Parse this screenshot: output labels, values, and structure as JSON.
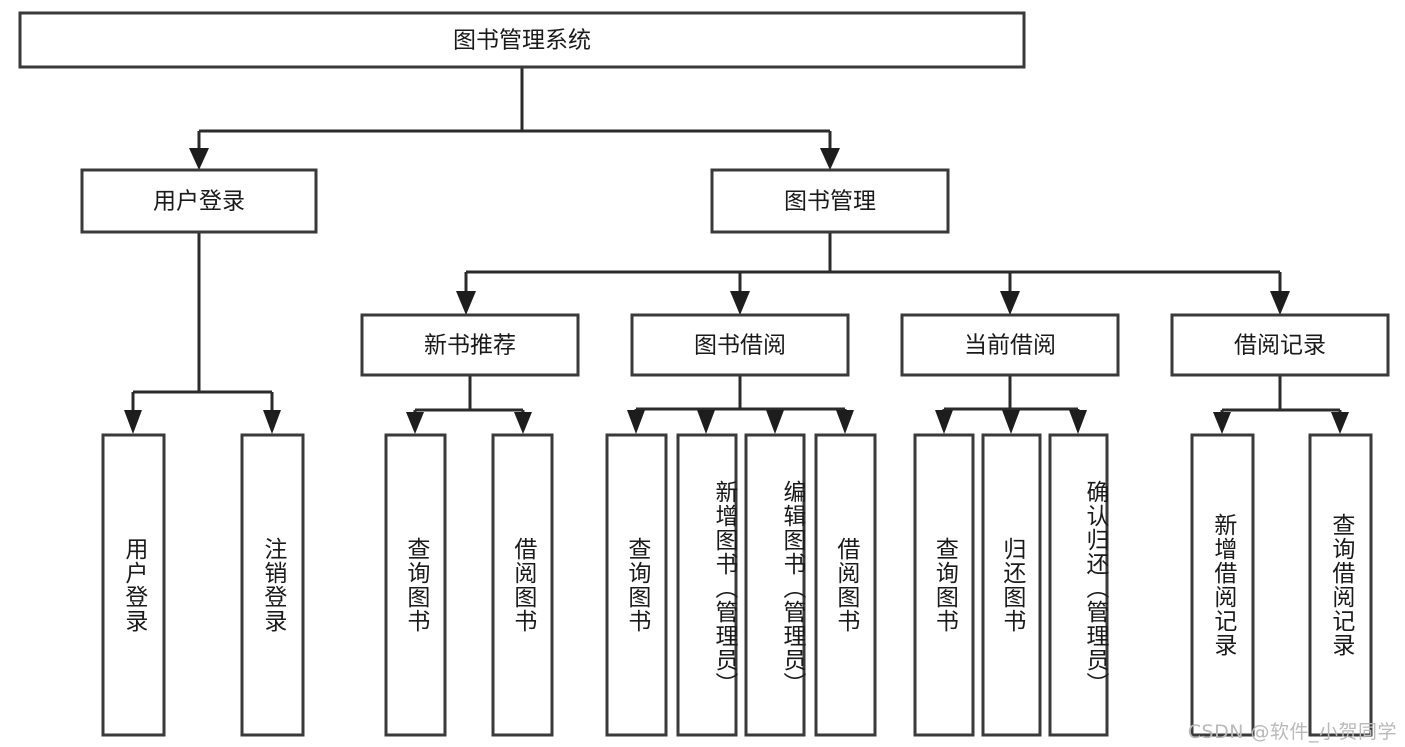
{
  "diagram": {
    "type": "tree-hierarchy",
    "title": "图书管理系统",
    "watermark": "CSDN @软件_小贺同学",
    "colors": {
      "box_fill": "#ffffff",
      "box_stroke": "#3a3a3a",
      "connector": "#2b2b2b",
      "text": "#1a1a1a",
      "watermark": "#b9b9b9",
      "background": "#ffffff"
    },
    "levels": {
      "level0": [
        {
          "id": "root",
          "label": "图书管理系统",
          "orientation": "horizontal"
        }
      ],
      "level1": [
        {
          "id": "user-login",
          "label": "用户登录",
          "orientation": "horizontal"
        },
        {
          "id": "book-manage",
          "label": "图书管理",
          "orientation": "horizontal"
        }
      ],
      "level2": [
        {
          "id": "new-book-rec",
          "label": "新书推荐",
          "orientation": "horizontal"
        },
        {
          "id": "book-borrow",
          "label": "图书借阅",
          "orientation": "horizontal"
        },
        {
          "id": "current-borrow",
          "label": "当前借阅",
          "orientation": "horizontal"
        },
        {
          "id": "borrow-record",
          "label": "借阅记录",
          "orientation": "horizontal"
        }
      ],
      "level3": [
        {
          "id": "leaf-user-login",
          "label": "用户登录",
          "parent": "user-login",
          "orientation": "vertical"
        },
        {
          "id": "leaf-logout",
          "label": "注销登录",
          "parent": "user-login",
          "orientation": "vertical"
        },
        {
          "id": "leaf-query-book-1",
          "label": "查询图书",
          "parent": "new-book-rec",
          "orientation": "vertical"
        },
        {
          "id": "leaf-borrow-book-1",
          "label": "借阅图书",
          "parent": "new-book-rec",
          "orientation": "vertical"
        },
        {
          "id": "leaf-query-book-2",
          "label": "查询图书",
          "parent": "book-borrow",
          "orientation": "vertical"
        },
        {
          "id": "leaf-add-book",
          "label": "新增图书（管理员）",
          "parent": "book-borrow",
          "orientation": "vertical"
        },
        {
          "id": "leaf-edit-book",
          "label": "编辑图书（管理员）",
          "parent": "book-borrow",
          "orientation": "vertical"
        },
        {
          "id": "leaf-borrow-book-2",
          "label": "借阅图书",
          "parent": "book-borrow",
          "orientation": "vertical"
        },
        {
          "id": "leaf-query-book-3",
          "label": "查询图书",
          "parent": "current-borrow",
          "orientation": "vertical"
        },
        {
          "id": "leaf-return-book",
          "label": "归还图书",
          "parent": "current-borrow",
          "orientation": "vertical"
        },
        {
          "id": "leaf-confirm-return",
          "label": "确认归还（管理员）",
          "parent": "current-borrow",
          "orientation": "vertical"
        },
        {
          "id": "leaf-add-record",
          "label": "新增借阅记录",
          "parent": "borrow-record",
          "orientation": "vertical"
        },
        {
          "id": "leaf-query-record",
          "label": "查询借阅记录",
          "parent": "borrow-record",
          "orientation": "vertical"
        }
      ]
    }
  }
}
